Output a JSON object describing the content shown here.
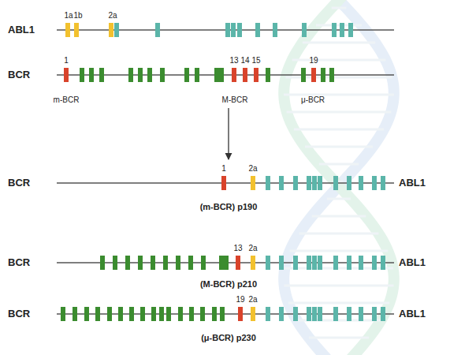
{
  "diagram": {
    "labels": [
      "ABL1",
      "1a",
      "1b",
      "2a",
      "BCR",
      "1",
      "13",
      "14",
      "15",
      "19",
      "m-BCR",
      "M-BCR",
      "μ-BCR",
      "BCR",
      "1",
      "2a",
      "ABL1",
      "(m-BCR) p190",
      "BCR",
      "13",
      "2a",
      "ABL1",
      "(M-BCR) p210",
      "BCR",
      "19",
      "2a",
      "ABL1",
      "(μ-BCR) p230"
    ]
  }
}
